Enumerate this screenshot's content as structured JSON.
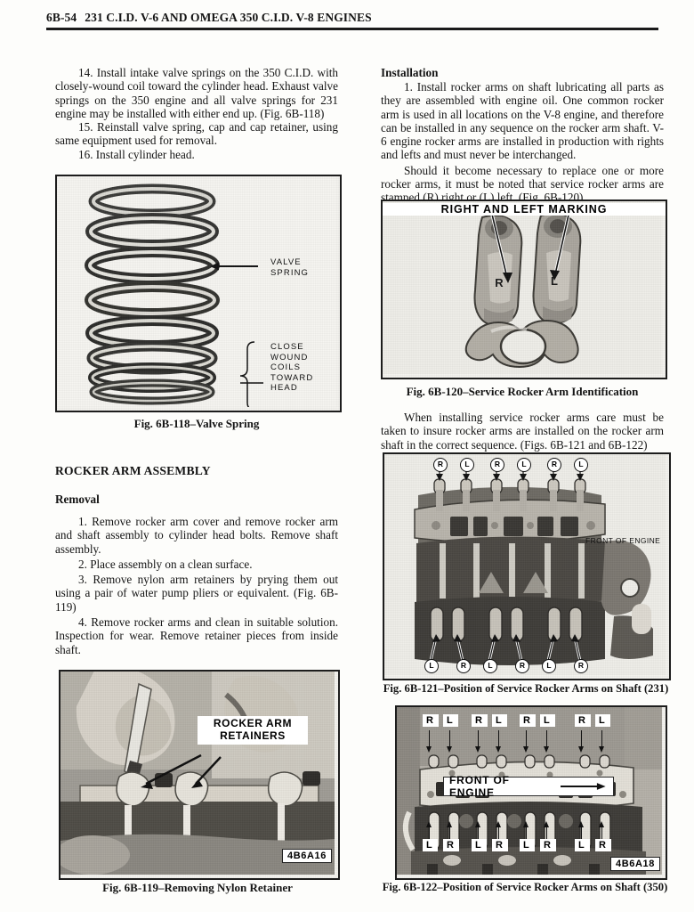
{
  "header": {
    "folio": "6B-54",
    "title": "231 C.I.D. V-6 AND OMEGA 350 C.I.D. V-8 ENGINES"
  },
  "left_column": {
    "para_14": "14. Install intake valve springs on the 350 C.I.D. with closely-wound coil toward the cylinder head. Exhaust valve springs on the 350 engine and all valve springs for 231 engine may be installed with either end up. (Fig. 6B-118)",
    "para_15": "15. Reinstall valve spring, cap and cap retainer, using same equipment used for removal.",
    "para_16": "16. Install cylinder head.",
    "section_heading": "ROCKER ARM ASSEMBLY",
    "sub_heading": "Removal",
    "para_r1": "1. Remove rocker arm cover and remove rocker arm and shaft assembly to cylinder head bolts. Remove shaft assembly.",
    "para_r2": "2. Place assembly on a clean surface.",
    "para_r3": "3. Remove nylon arm retainers by prying them out using a pair of water pump pliers or equivalent. (Fig. 6B-119)",
    "para_r4": "4. Remove rocker arms and clean in suitable solution. Inspection for wear. Remove retainer pieces from inside shaft."
  },
  "right_column": {
    "sub_heading": "Installation",
    "para_i1": "1. Install rocker arms on shaft lubricating all parts as they are assembled with engine oil. One common rocker arm is used in all locations on the V-8 engine, and therefore can be installed in any sequence on the rocker arm shaft. V-6 engine rocker arms are installed in production with rights and lefts and must never be interchanged.",
    "para_i2": "Should it become necessary to replace one or more rocker arms, it must be noted that service rocker arms are stamped (R) right or (L) left. (Fig. 6B-120)",
    "para_i3": "When installing service rocker arms care must be taken to insure rocker arms are installed on the rocker arm shaft in the correct sequence. (Figs. 6B-121 and 6B-122)"
  },
  "figures": {
    "fig_118": {
      "caption": "Fig. 6B-118–Valve Spring",
      "label_valve_spring": "VALVE\nSPRING",
      "label_close_wound": "CLOSE\nWOUND\nCOILS\nTOWARD\nHEAD"
    },
    "fig_119": {
      "caption": "Fig. 6B-119–Removing Nylon Retainer",
      "label_retainers": "ROCKER ARM\nRETAINERS",
      "photo_id": "4B6A16"
    },
    "fig_120": {
      "caption": "Fig. 6B-120–Service Rocker Arm Identification",
      "title_marking": "RIGHT AND LEFT MARKING",
      "mark_right": "R",
      "mark_left": "L"
    },
    "fig_121": {
      "caption": "Fig. 6B-121–Position of Service Rocker Arms on Shaft (231)",
      "front_label": "FRONT  OF  ENGINE",
      "top_marks": [
        "R",
        "L",
        "R",
        "L",
        "R",
        "L"
      ],
      "bottom_marks": [
        "L",
        "R",
        "L",
        "R",
        "L",
        "R"
      ]
    },
    "fig_122": {
      "caption": "Fig. 6B-122–Position of Service Rocker Arms on Shaft (350)",
      "front_label": "FRONT OF ENGINE",
      "top_pairs": [
        "R",
        "L",
        "R",
        "L",
        "R",
        "L",
        "R",
        "L"
      ],
      "bottom_pairs": [
        "L",
        "R",
        "L",
        "R",
        "L",
        "R",
        "L",
        "R"
      ],
      "photo_id": "4B6A18"
    }
  }
}
